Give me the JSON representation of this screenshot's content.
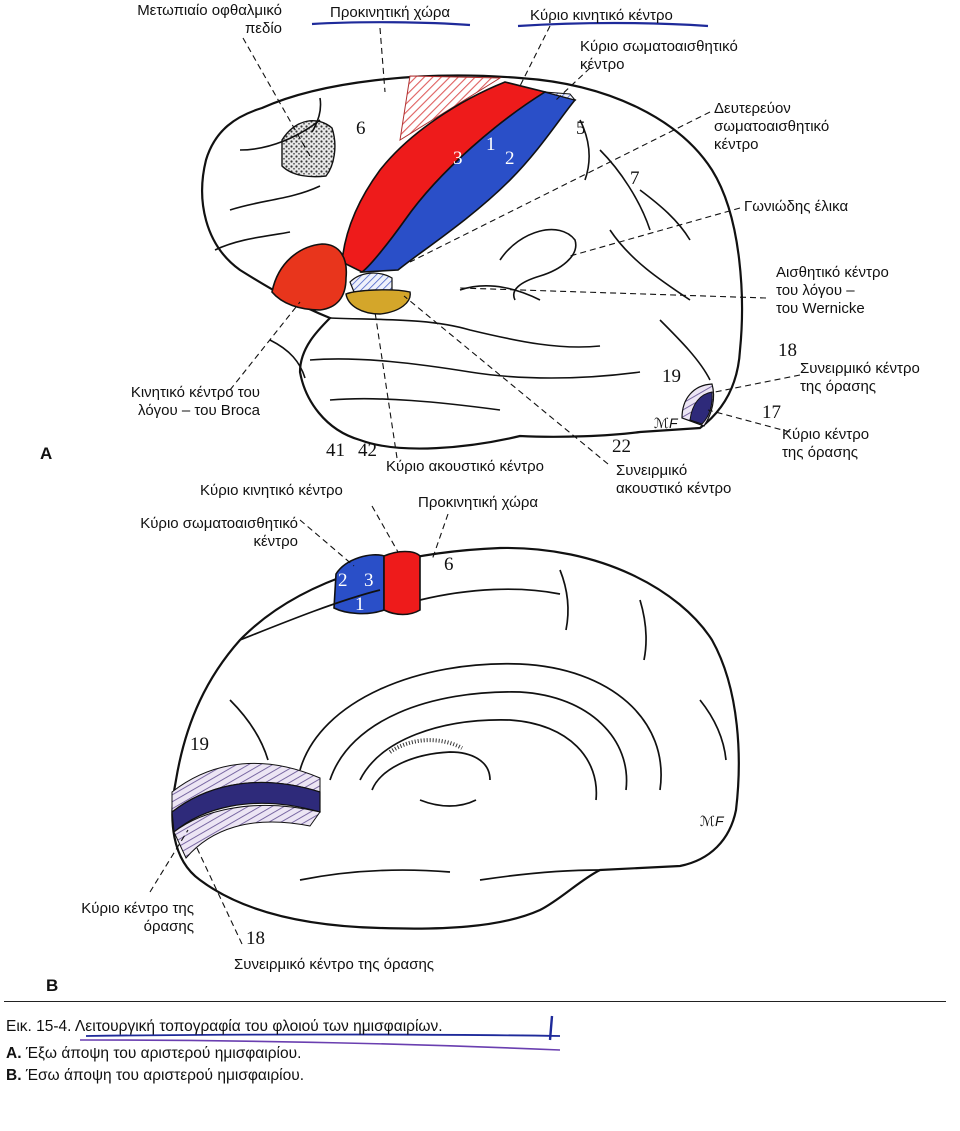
{
  "colors": {
    "motor": "#ee1b1b",
    "somatosensory": "#2a4fc8",
    "broca": "#e8351c",
    "auditory": "#d4a62a",
    "visual_primary": "#2e2a7a",
    "visual_assoc": "#d9cfe8",
    "frontal_eye": "#9a9a9a",
    "underline_blue": "#1e2a9a",
    "underline_purple": "#6a3fb0"
  },
  "view_a": {
    "panel_label": "A",
    "labels": {
      "frontal_eye_field": [
        "Μετωπιαίο οφθαλμικό",
        "πεδίο"
      ],
      "premotor": "Προκινητική χώρα",
      "primary_motor": "Κύριο κινητικό κέντρο",
      "primary_somatosensory": [
        "Κύριο σωματοαισθητικό",
        "κέντρο"
      ],
      "secondary_somatosensory": [
        "Δευτερεύον",
        "σωματοαισθητικό",
        "κέντρο"
      ],
      "angular_gyrus": "Γωνιώδης έλικα",
      "wernicke": [
        "Αισθητικό κέντρο",
        "του λόγου –",
        "του Wernicke"
      ],
      "visual_association": [
        "Συνειρμικό κέντρο",
        "της όρασης"
      ],
      "primary_visual": [
        "Κύριο κέντρο",
        "της όρασης"
      ],
      "broca": [
        "Κινητικό κέντρο του",
        "λόγου – του Broca"
      ],
      "primary_auditory": "Κύριο ακουστικό κέντρο",
      "auditory_association": [
        "Συνειρμικό",
        "ακουστικό κέντρο"
      ]
    },
    "area_numbers": {
      "a6": "6",
      "a3": "3",
      "a1": "1",
      "a2": "2",
      "a5": "5",
      "a7": "7",
      "a18": "18",
      "a19": "19",
      "a17": "17",
      "a22": "22",
      "a41": "41",
      "a42": "42"
    },
    "signature": "ℳF"
  },
  "view_b": {
    "panel_label": "B",
    "labels": {
      "primary_motor": "Κύριο κινητικό κέντρο",
      "primary_somatosensory": [
        "Κύριο σωματοαισθητικό",
        "κέντρο"
      ],
      "premotor": "Προκινητική χώρα",
      "primary_visual": [
        "Κύριο κέντρο της",
        "όρασης"
      ],
      "visual_association": "Συνειρμικό κέντρο της όρασης"
    },
    "area_numbers": {
      "b2": "2",
      "b3": "3",
      "b1": "1",
      "b6": "6",
      "b19": "19",
      "b18": "18"
    },
    "signature": "ℳF"
  },
  "caption": {
    "title": "Εικ. 15-4. Λειτουργική τοπογραφία του φλοιού των ημισφαιρίων.",
    "line_a_tag": "Α.",
    "line_a": "Έξω άποψη του αριστερού ημισφαιρίου.",
    "line_b_tag": "Β.",
    "line_b": "Έσω άποψη του αριστερού ημισφαιρίου."
  }
}
